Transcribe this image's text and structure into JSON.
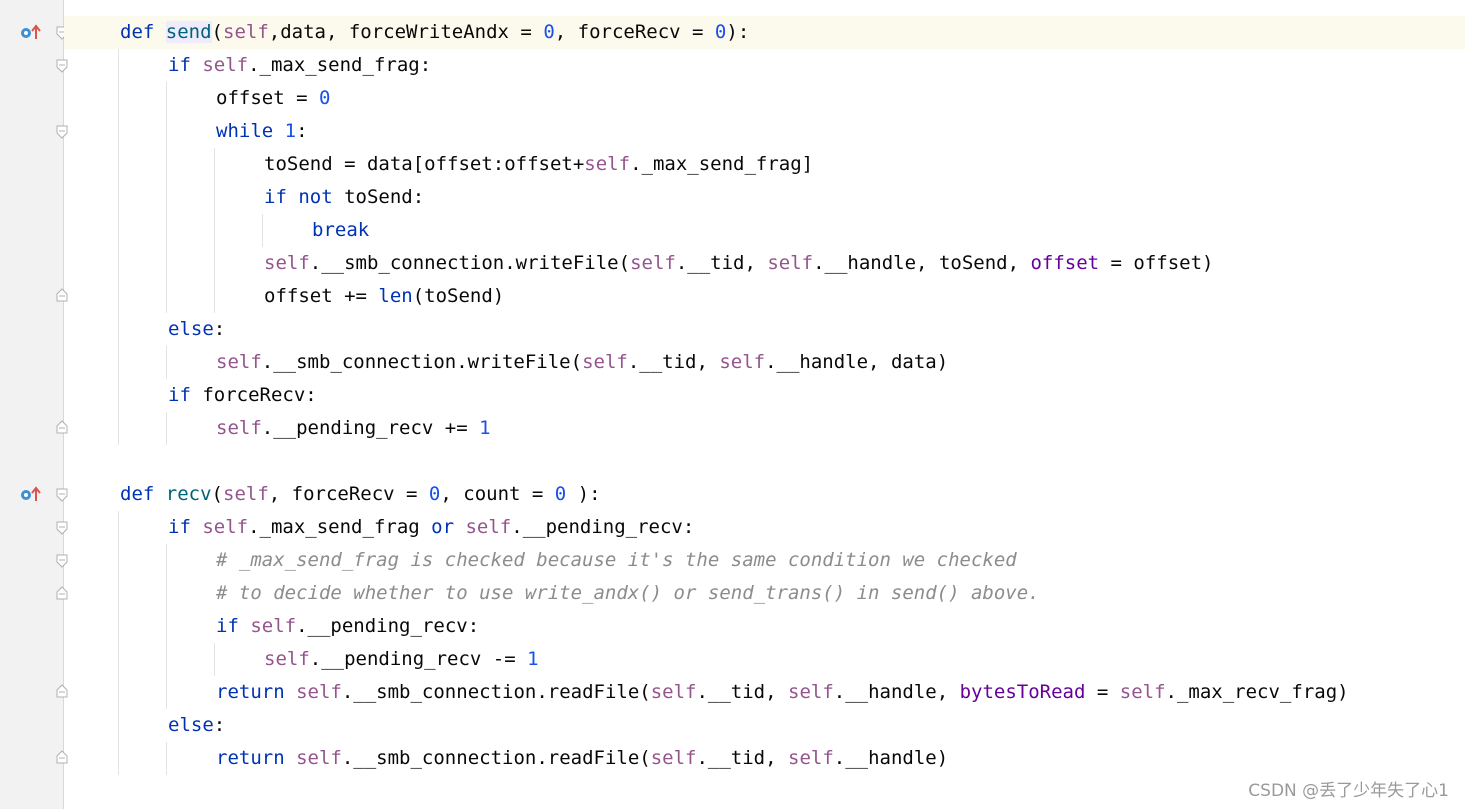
{
  "watermark": "CSDN @丢了少年失了心1",
  "colors": {
    "keyword": "#0033b3",
    "self": "#94558d",
    "number": "#1750eb",
    "function": "#00627a",
    "kwarg": "#660099",
    "comment": "#8c8c8c",
    "current_line": "#fcfaed",
    "gutter": "#f2f2f2"
  },
  "icons": {
    "override_marker": "override-marker-icon",
    "fold": "fold-icon"
  },
  "code": {
    "l1": {
      "def": "def",
      "name": "send",
      "p1": "(",
      "self": "self",
      "p2": ",data, forceWriteAndx = ",
      "n1": "0",
      "p3": ", forceRecv = ",
      "n2": "0",
      "p4": "):"
    },
    "l2": {
      "kw": "if",
      "sp": " ",
      "self": "self",
      "rest": "._max_send_frag:"
    },
    "l3": {
      "a": "offset = ",
      "n": "0"
    },
    "l4": {
      "kw": "while",
      "sp": " ",
      "n": "1",
      "c": ":"
    },
    "l5": {
      "a": "toSend = data[offset:offset+",
      "self": "self",
      "b": "._max_send_frag]"
    },
    "l6": {
      "kw1": "if",
      "sp1": " ",
      "kw2": "not",
      "rest": " toSend:"
    },
    "l7": {
      "kw": "break"
    },
    "l8": {
      "s1": "self",
      "a": ".__smb_connection.writeFile(",
      "s2": "self",
      "b": ".__tid, ",
      "s3": "self",
      "c": ".__handle, toSend, ",
      "k": "offset",
      "d": " = offset)"
    },
    "l9": {
      "a": "offset += ",
      "fn": "len",
      "b": "(toSend)"
    },
    "l10": {
      "kw": "else",
      "c": ":"
    },
    "l11": {
      "s1": "self",
      "a": ".__smb_connection.writeFile(",
      "s2": "self",
      "b": ".__tid, ",
      "s3": "self",
      "c": ".__handle, data)"
    },
    "l12": {
      "kw": "if",
      "rest": " forceRecv:"
    },
    "l13": {
      "s": "self",
      "a": ".__pending_recv += ",
      "n": "1"
    },
    "l15": {
      "def": "def",
      "sp": " ",
      "name": "recv",
      "p1": "(",
      "self": "self",
      "p2": ", forceRecv = ",
      "n1": "0",
      "p3": ", count = ",
      "n2": "0",
      "p4": " ):"
    },
    "l16": {
      "kw1": "if",
      "sp": " ",
      "s1": "self",
      "a": "._max_send_frag ",
      "kw2": "or",
      "sp2": " ",
      "s2": "self",
      "b": ".__pending_recv:"
    },
    "l17": {
      "cm": "# _max_send_frag is checked because it's the same condition we checked"
    },
    "l18": {
      "cm": "# to decide whether to use write_andx() or send_trans() in send() above."
    },
    "l19": {
      "kw": "if",
      "sp": " ",
      "s": "self",
      "a": ".__pending_recv:"
    },
    "l20": {
      "s": "self",
      "a": ".__pending_recv -= ",
      "n": "1"
    },
    "l21": {
      "kw": "return",
      "sp": " ",
      "s1": "self",
      "a": ".__smb_connection.readFile(",
      "s2": "self",
      "b": ".__tid, ",
      "s3": "self",
      "c": ".__handle, ",
      "k": "bytesToRead",
      "d": " = ",
      "s4": "self",
      "e": "._max_recv_frag)"
    },
    "l22": {
      "kw": "else",
      "c": ":"
    },
    "l23": {
      "kw": "return",
      "sp": " ",
      "s1": "self",
      "a": ".__smb_connection.readFile(",
      "s2": "self",
      "b": ".__tid, ",
      "s3": "self",
      "c": ".__handle)"
    }
  }
}
